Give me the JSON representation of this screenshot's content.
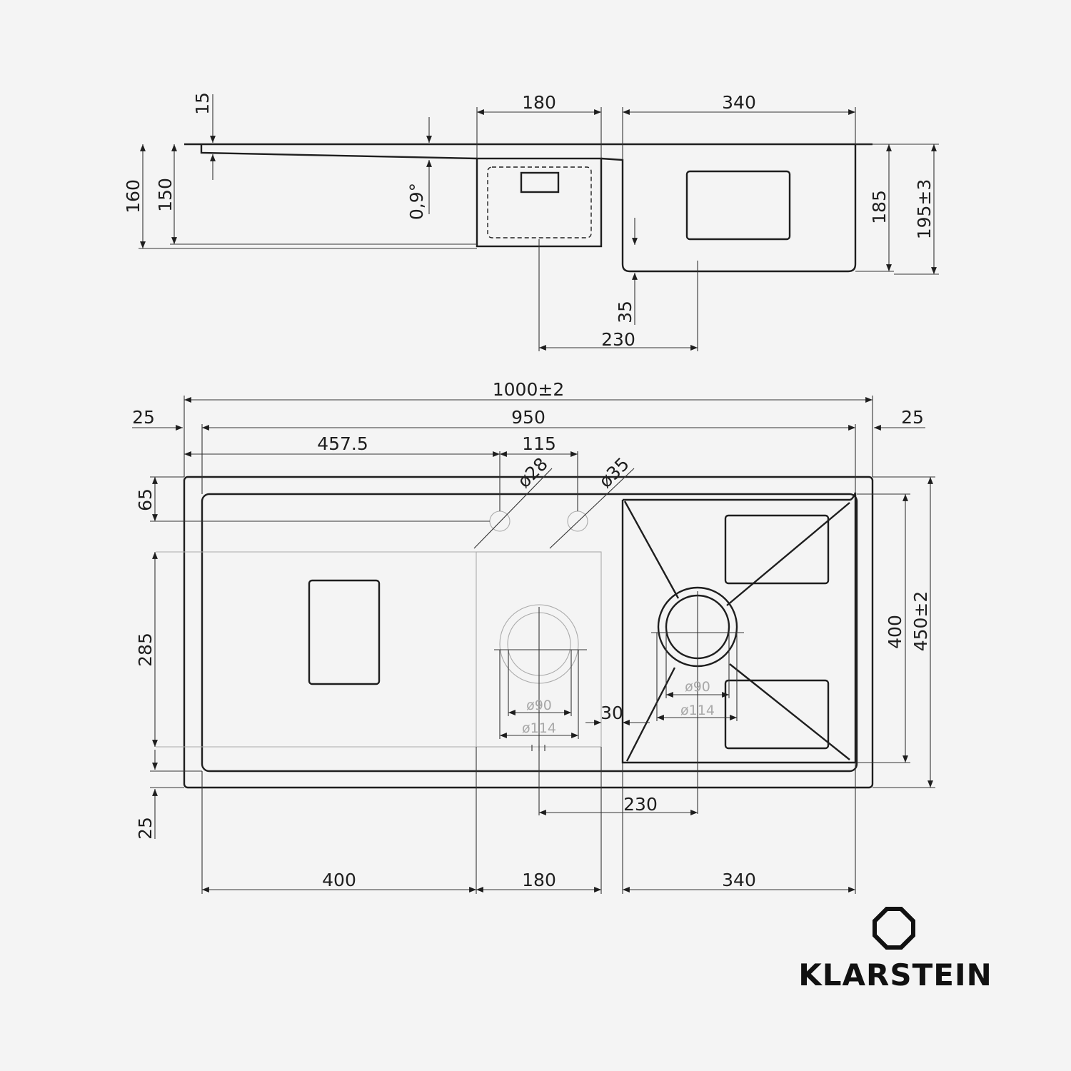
{
  "side_view": {
    "dims": {
      "lip": "15",
      "drainer_height_outer": "160",
      "drainer_height_inner": "150",
      "slope": "0,9°",
      "small_bowl_width": "180",
      "large_bowl_width": "340",
      "large_bowl_depth": "185",
      "total_depth": "195±3",
      "step": "35",
      "drain_spacing": "230"
    }
  },
  "plan_view": {
    "dims": {
      "overall_width": "1000±2",
      "inner_width": "950",
      "margin_left": "25",
      "margin_right": "25",
      "tap_offset": "457.5",
      "tap_spacing": "115",
      "tap_hole_1": "ø28",
      "tap_hole_2": "ø35",
      "tap_row": "65",
      "drainer_section_height": "285",
      "margin_bottom": "25",
      "inner_depth": "400",
      "overall_depth": "450±2",
      "drainer_width": "400",
      "small_bowl_width": "180",
      "large_bowl_width": "340",
      "bowl_gap": "30",
      "drain_spacing": "230",
      "small_drain_inner": "ø90",
      "small_drain_outer": "ø114",
      "large_drain_inner": "ø90",
      "large_drain_outer": "ø114"
    }
  },
  "brand": {
    "name": "KLARSTEIN",
    "logo_icon": "klarstein-logo-icon"
  }
}
